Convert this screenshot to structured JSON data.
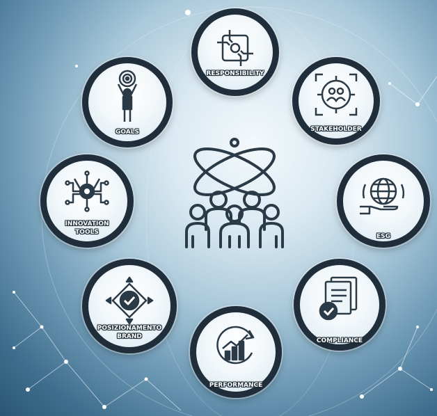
{
  "diagram": {
    "center": {
      "icon": "team-atom-icon"
    },
    "nodes": [
      {
        "id": "responsibility",
        "label": "RESPONSIBILITY",
        "icon": "hands-together-icon"
      },
      {
        "id": "stakeholder",
        "label": "STAKEHOLDER",
        "icon": "target-group-icon"
      },
      {
        "id": "esg",
        "label": "ESG",
        "icon": "globe-in-hand-icon"
      },
      {
        "id": "compliance",
        "label": "COMPLIANCE",
        "icon": "documents-check-icon"
      },
      {
        "id": "performance",
        "label": "PERFORMANCE",
        "icon": "growth-chart-icon"
      },
      {
        "id": "posizionamento",
        "label_line1": "POSIZIONAMENTO",
        "label_line2": "BRAND",
        "icon": "badge-arrows-icon"
      },
      {
        "id": "innovation",
        "label_line1": "INNOVATION",
        "label_line2": "TOOLS",
        "icon": "gear-circuit-icon"
      },
      {
        "id": "goals",
        "label": "GOALS",
        "icon": "person-target-icon"
      }
    ],
    "colors": {
      "ring": "#1f2e3a",
      "icon": "#2b3a47",
      "label_text": "#ffffff"
    }
  }
}
